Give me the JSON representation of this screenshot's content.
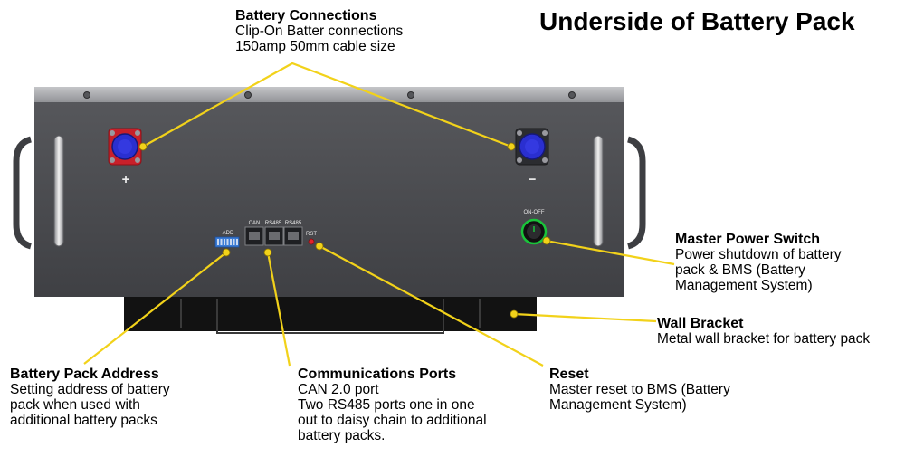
{
  "title": "Underside of Battery Pack",
  "panel_labels": {
    "plus": "+",
    "minus": "−",
    "on_off": "ON-OFF",
    "add": "ADD",
    "can": "CAN",
    "rs485_a": "RS485",
    "rs485_b": "RS485",
    "rst": "RST"
  },
  "callouts": {
    "battery_connections": {
      "title": "Battery Connections",
      "lines": [
        "Clip-On Batter connections",
        "150amp  50mm cable size"
      ]
    },
    "master_power_switch": {
      "title": "Master Power Switch",
      "lines": [
        "Power shutdown of battery",
        "pack & BMS (Battery",
        "Management System)"
      ]
    },
    "wall_bracket": {
      "title": "Wall Bracket",
      "lines": [
        "Metal wall bracket for battery pack"
      ]
    },
    "battery_pack_address": {
      "title": "Battery Pack Address",
      "lines": [
        "Setting address of battery",
        "pack when used with",
        "additional battery packs"
      ]
    },
    "communications_ports": {
      "title": "Communications Ports",
      "lines": [
        "CAN 2.0 port",
        "Two RS485 ports one in one",
        "out to daisy chain to additional",
        "battery packs."
      ]
    },
    "reset": {
      "title": "Reset",
      "lines": [
        "Master reset to BMS (Battery",
        "Management System)"
      ]
    }
  },
  "colors": {
    "leader": "#f2d21a",
    "panel": "#4a4b4f",
    "top_plate": "#a9aaad",
    "bracket": "#121212",
    "terminal_pos": "#c8202a",
    "terminal_cap": "#2a2fd0",
    "switch_ring": "#19c43a"
  }
}
